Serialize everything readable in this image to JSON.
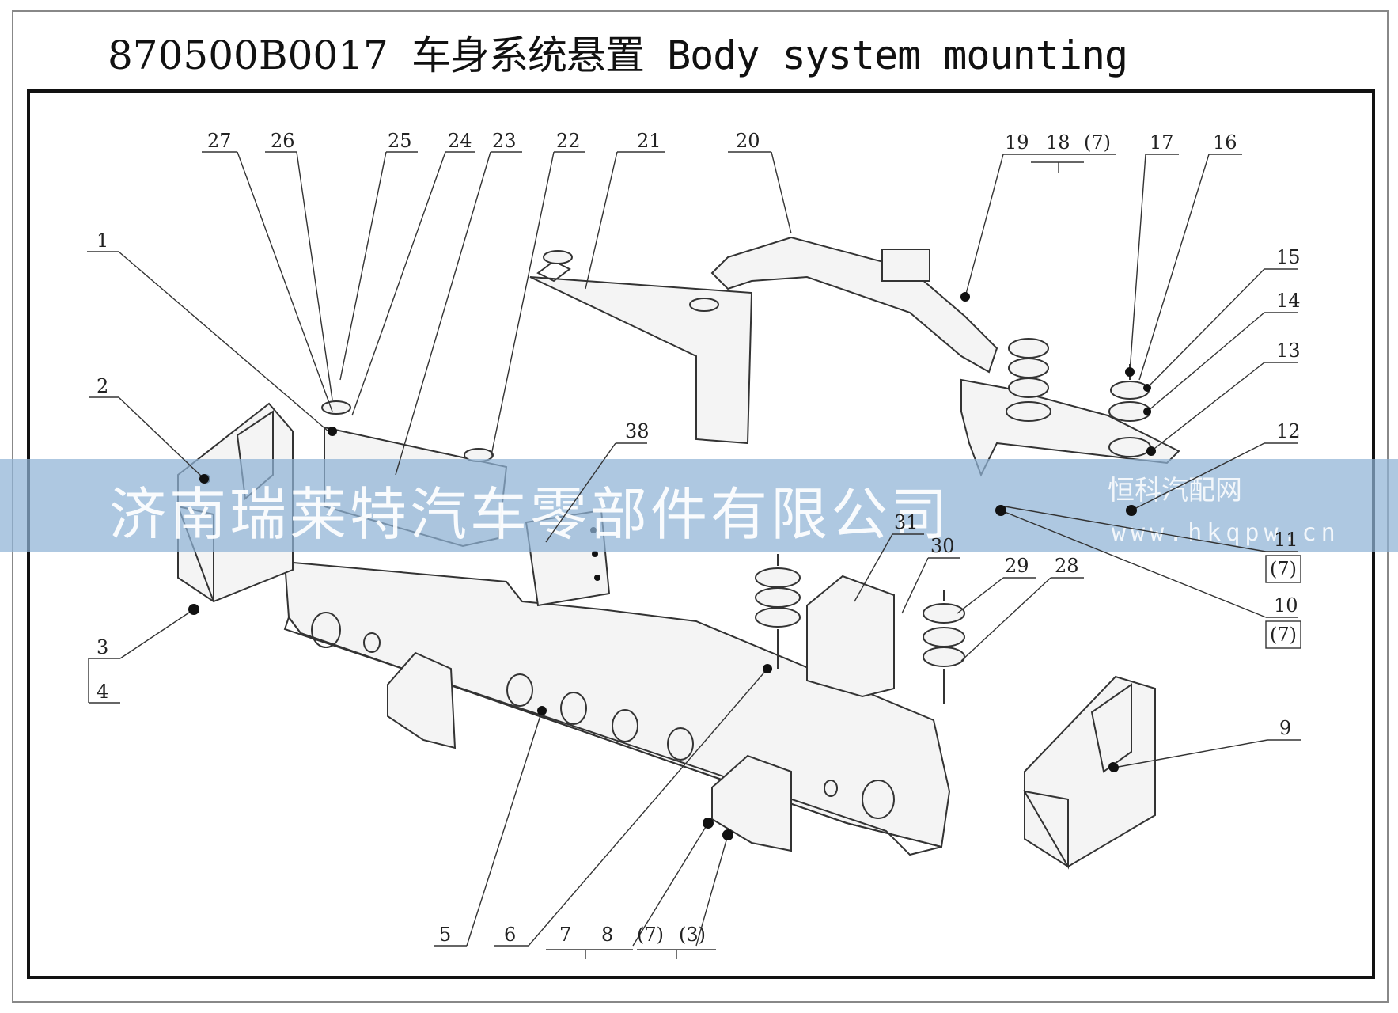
{
  "title": {
    "code": "870500B0017",
    "name": "车身系统悬置 Body system mounting"
  },
  "watermark": {
    "company": "济南瑞莱特汽车零部件有限公司",
    "site_name": "恒科汽配网",
    "site_url": "www.hkqpw.cn",
    "band_color": "#8fb3d6"
  },
  "callouts": {
    "n1": "1",
    "n2": "2",
    "n3": "3",
    "n4": "4",
    "n5": "5",
    "n6": "6",
    "n7": "7",
    "n8": "8",
    "n8a": "(7)",
    "n8b": "(3)",
    "n9": "9",
    "n10": "10",
    "n10a": "(7)",
    "n11": "11",
    "n11a": "(7)",
    "n12": "12",
    "n13": "13",
    "n14": "14",
    "n15": "15",
    "n16": "16",
    "n17": "17",
    "n18": "18",
    "n18a": "(7)",
    "n19": "19",
    "n20": "20",
    "n21": "21",
    "n22": "22",
    "n23": "23",
    "n24": "24",
    "n25": "25",
    "n26": "26",
    "n27": "27",
    "n28": "28",
    "n29": "29",
    "n30": "30",
    "n31": "31",
    "n38": "38"
  }
}
